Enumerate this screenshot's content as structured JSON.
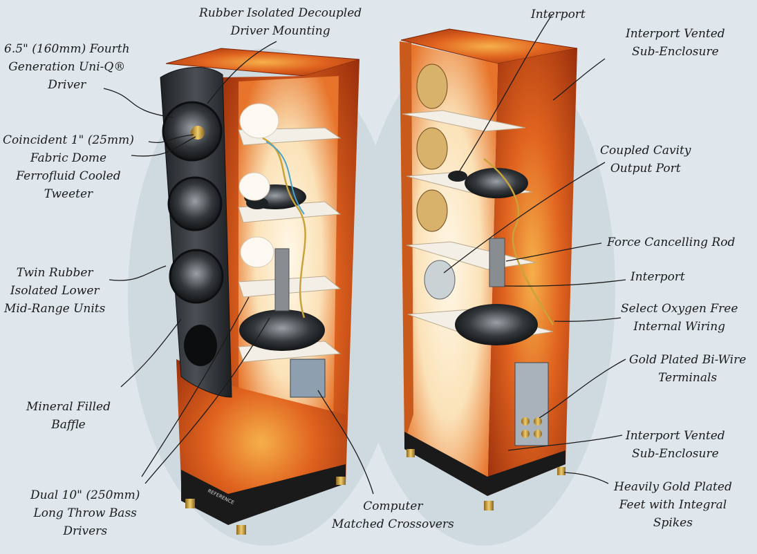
{
  "labels": {
    "rubber_isolated": [
      "Rubber Isolated Decoupled",
      "Driver Mounting"
    ],
    "uniq_driver": [
      "6.5\" (160mm) Fourth",
      "Generation Uni-Q®",
      "Driver"
    ],
    "coincident_tweeter": [
      "Coincident 1\" (25mm)",
      "Fabric Dome",
      "Ferrofluid Cooled",
      "Tweeter"
    ],
    "twin_midrange": [
      "Twin Rubber",
      "Isolated Lower",
      "Mid-Range Units"
    ],
    "mineral_baffle": [
      "Mineral Filled",
      "Baffle"
    ],
    "dual_bass": [
      "Dual 10\" (250mm)",
      "Long Throw Bass",
      "Drivers"
    ],
    "crossovers": [
      "Computer",
      "Matched Crossovers"
    ],
    "interport_top": [
      "Interport"
    ],
    "interport_vented_top": [
      "Interport Vented",
      "Sub-Enclosure"
    ],
    "coupled_cavity": [
      "Coupled Cavity",
      "Output Port"
    ],
    "force_rod": [
      "Force Cancelling Rod"
    ],
    "interport_mid": [
      "Interport"
    ],
    "oxygen_wiring": [
      "Select Oxygen Free",
      "Internal Wiring"
    ],
    "biwire_terminals": [
      "Gold Plated Bi-Wire",
      "Terminals"
    ],
    "interport_vented_bottom": [
      "Interport Vented",
      "Sub-Enclosure"
    ],
    "gold_feet": [
      "Heavily Gold Plated",
      "Feet with Integral",
      "Spikes"
    ]
  },
  "branding": {
    "plinth_text": "REFERENCE"
  },
  "colors": {
    "background": "#dfe7ec",
    "burl_wood": "#d8561c",
    "burl_dark": "#9a2f0c",
    "baffle": "#2e3236",
    "gold": "#c9a23a",
    "leader": "#1b1b1b"
  }
}
